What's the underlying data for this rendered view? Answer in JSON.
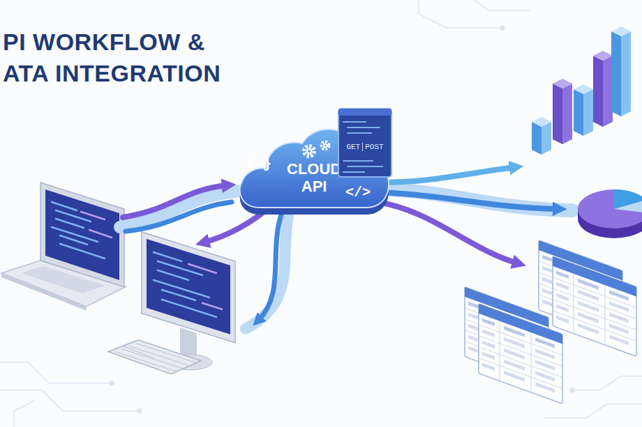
{
  "diagram": {
    "title": "PI WORKFLOW & ATA INTEGRATION",
    "nodes": [
      {
        "text": [
          "{ }",
          "CLOUD API",
          "</>"
        ]
      },
      {
        "text": [
          "GET",
          "POST"
        ]
      }
    ]
  }
}
